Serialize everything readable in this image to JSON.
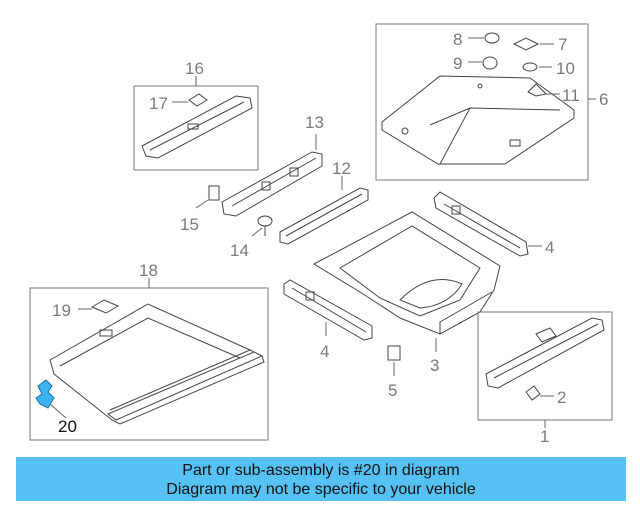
{
  "callouts": {
    "c1": "1",
    "c2": "2",
    "c3": "3",
    "c4a": "4",
    "c4b": "4",
    "c5": "5",
    "c6": "6",
    "c7": "7",
    "c8": "8",
    "c9": "9",
    "c10": "10",
    "c11": "11",
    "c12": "12",
    "c13": "13",
    "c14": "14",
    "c15": "15",
    "c16": "16",
    "c17": "17",
    "c18": "18",
    "c19": "19",
    "c20": "20"
  },
  "highlight": {
    "part": "20",
    "color": "#3db3f1"
  },
  "banner": {
    "color": "#56c1f5",
    "line1": "Part or sub-assembly is #20 in diagram",
    "line2": "Diagram may not be specific to your vehicle"
  }
}
